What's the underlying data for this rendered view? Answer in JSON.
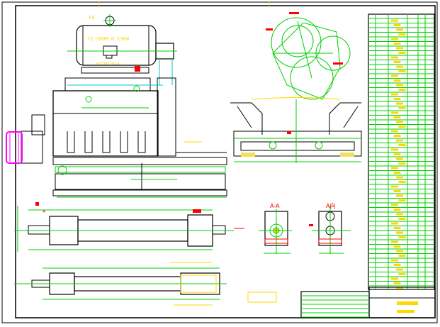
{
  "motor": {
    "phase_label": "FA",
    "model_label": "Y2-200M-8  15KW",
    "speed_label": "n=730r/min"
  },
  "section_views": {
    "section_a_label": "A-A",
    "view_a_label": "A向"
  },
  "colors": {
    "outline": "#000000",
    "centerline": "#00d000",
    "dimension": "#00e000",
    "annotation": "#ffd800",
    "callout": "#ff0000",
    "hidden": "#00c8c8",
    "motor_accent": "#ff00ff"
  }
}
